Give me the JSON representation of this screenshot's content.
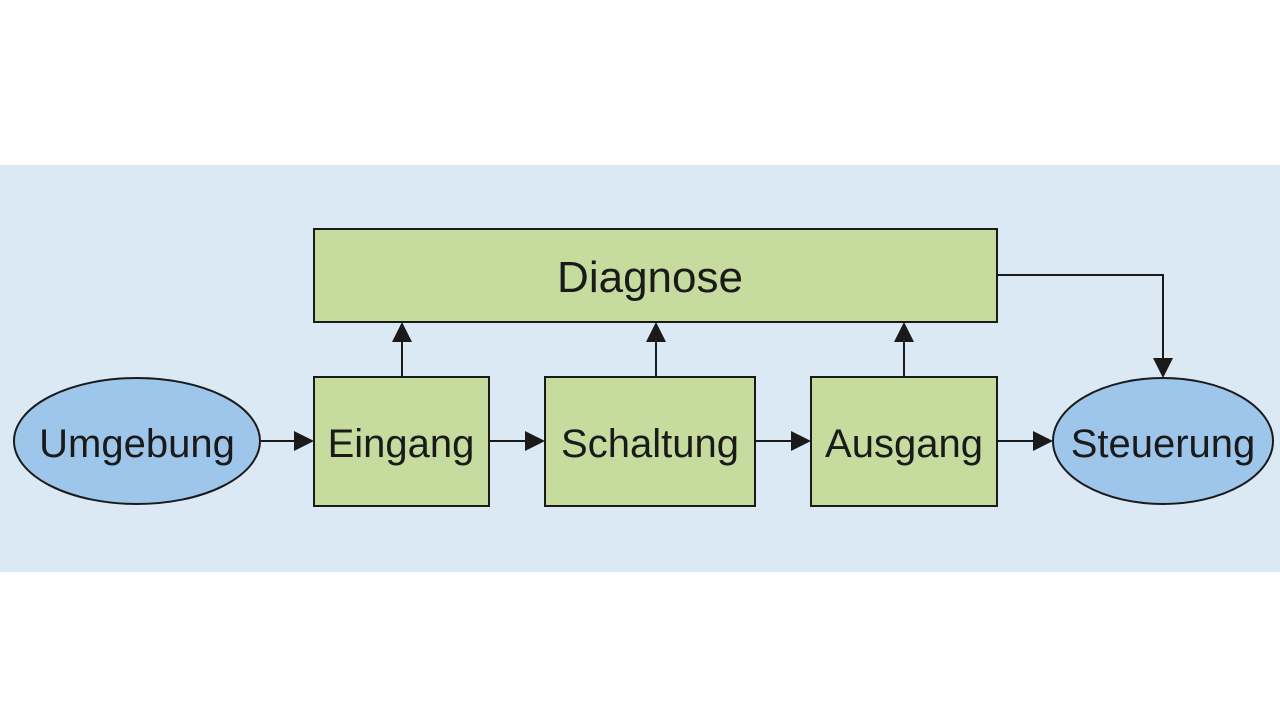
{
  "diagram": {
    "nodes": {
      "umgebung": "Umgebung",
      "eingang": "Eingang",
      "schaltung": "Schaltung",
      "ausgang": "Ausgang",
      "steuerung": "Steuerung",
      "diagnose": "Diagnose"
    },
    "edges": [
      {
        "from": "umgebung",
        "to": "eingang"
      },
      {
        "from": "eingang",
        "to": "schaltung"
      },
      {
        "from": "schaltung",
        "to": "ausgang"
      },
      {
        "from": "ausgang",
        "to": "steuerung"
      },
      {
        "from": "eingang",
        "to": "diagnose"
      },
      {
        "from": "schaltung",
        "to": "diagnose"
      },
      {
        "from": "ausgang",
        "to": "diagnose"
      },
      {
        "from": "diagnose",
        "to": "steuerung"
      }
    ]
  },
  "colors": {
    "background_band": "#dbe9f4",
    "box_fill": "#c5dc9e",
    "ellipse_fill": "#9ec6ea",
    "stroke": "#1a1a1a"
  }
}
